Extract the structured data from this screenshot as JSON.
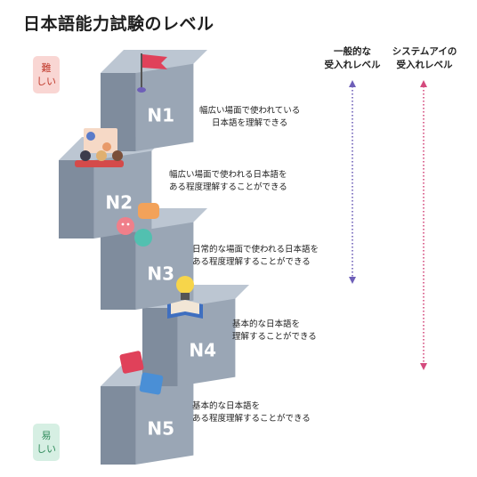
{
  "title": "日本語能力試験のレベル",
  "difficulty": {
    "hard": [
      "難",
      "しい"
    ],
    "easy": [
      "易",
      "しい"
    ]
  },
  "columns": {
    "general": [
      "一般的な",
      "受入れレベル"
    ],
    "system": [
      "システムアイの",
      "受入れレベル"
    ]
  },
  "levels": [
    {
      "name": "N1",
      "desc": [
        "幅広い場面で使われている",
        "日本語を理解できる"
      ]
    },
    {
      "name": "N2",
      "desc": [
        "幅広い場面で使われる日本語を",
        "ある程度理解することができる"
      ]
    },
    {
      "name": "N3",
      "desc": [
        "日常的な場面で使われる日本語を",
        "ある程度理解することができる"
      ]
    },
    {
      "name": "N4",
      "desc": [
        "基本的な日本語を",
        "理解することができる"
      ]
    },
    {
      "name": "N5",
      "desc": [
        "基本的な日本語を",
        "ある程度理解することができる"
      ]
    }
  ],
  "colors": {
    "cube_top": "#bcc6d2",
    "cube_front": "#9aa6b5",
    "cube_side": "#7f8c9d",
    "cube_text": "#ffffff",
    "arrow_general": "#6e5fb8",
    "arrow_system": "#d44a7d",
    "flag": "#e0415a"
  },
  "icons": [
    "flag-icon",
    "people-meeting-icon",
    "chat-bubbles-icon",
    "lightbulb-book-icon",
    "puzzle-icon"
  ]
}
